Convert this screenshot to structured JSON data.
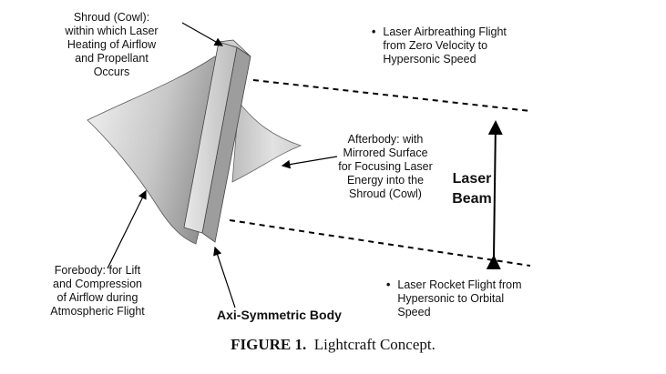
{
  "labels": {
    "shroud": [
      "Shroud (Cowl):",
      "within which Laser",
      "Heating of Airflow",
      "and Propellant",
      "Occurs"
    ],
    "flight_top": [
      "Laser Airbreathing Flight",
      "from Zero Velocity to",
      "Hypersonic Speed"
    ],
    "afterbody": [
      "Afterbody:  with",
      "Mirrored Surface",
      "for Focusing Laser",
      "Energy into the",
      "Shroud (Cowl)"
    ],
    "laser_beam": [
      "Laser",
      "Beam"
    ],
    "forebody": [
      "Forebody: for Lift",
      "and Compression",
      "of Airflow during",
      "Atmospheric Flight"
    ],
    "body": "Axi-Symmetric Body",
    "flight_bottom": [
      "Laser Rocket Flight from",
      "Hypersonic to Orbital",
      "Speed"
    ],
    "bullet": "•"
  },
  "caption": {
    "figure": "FIGURE 1.",
    "text": "Lightcraft Concept."
  },
  "colors": {
    "forebody_light": "#f2f2f2",
    "forebody_dark": "#8c8c8c",
    "cowl_front": "#d9d9d9",
    "cowl_side": "#a6a6a6",
    "line": "#000000"
  }
}
